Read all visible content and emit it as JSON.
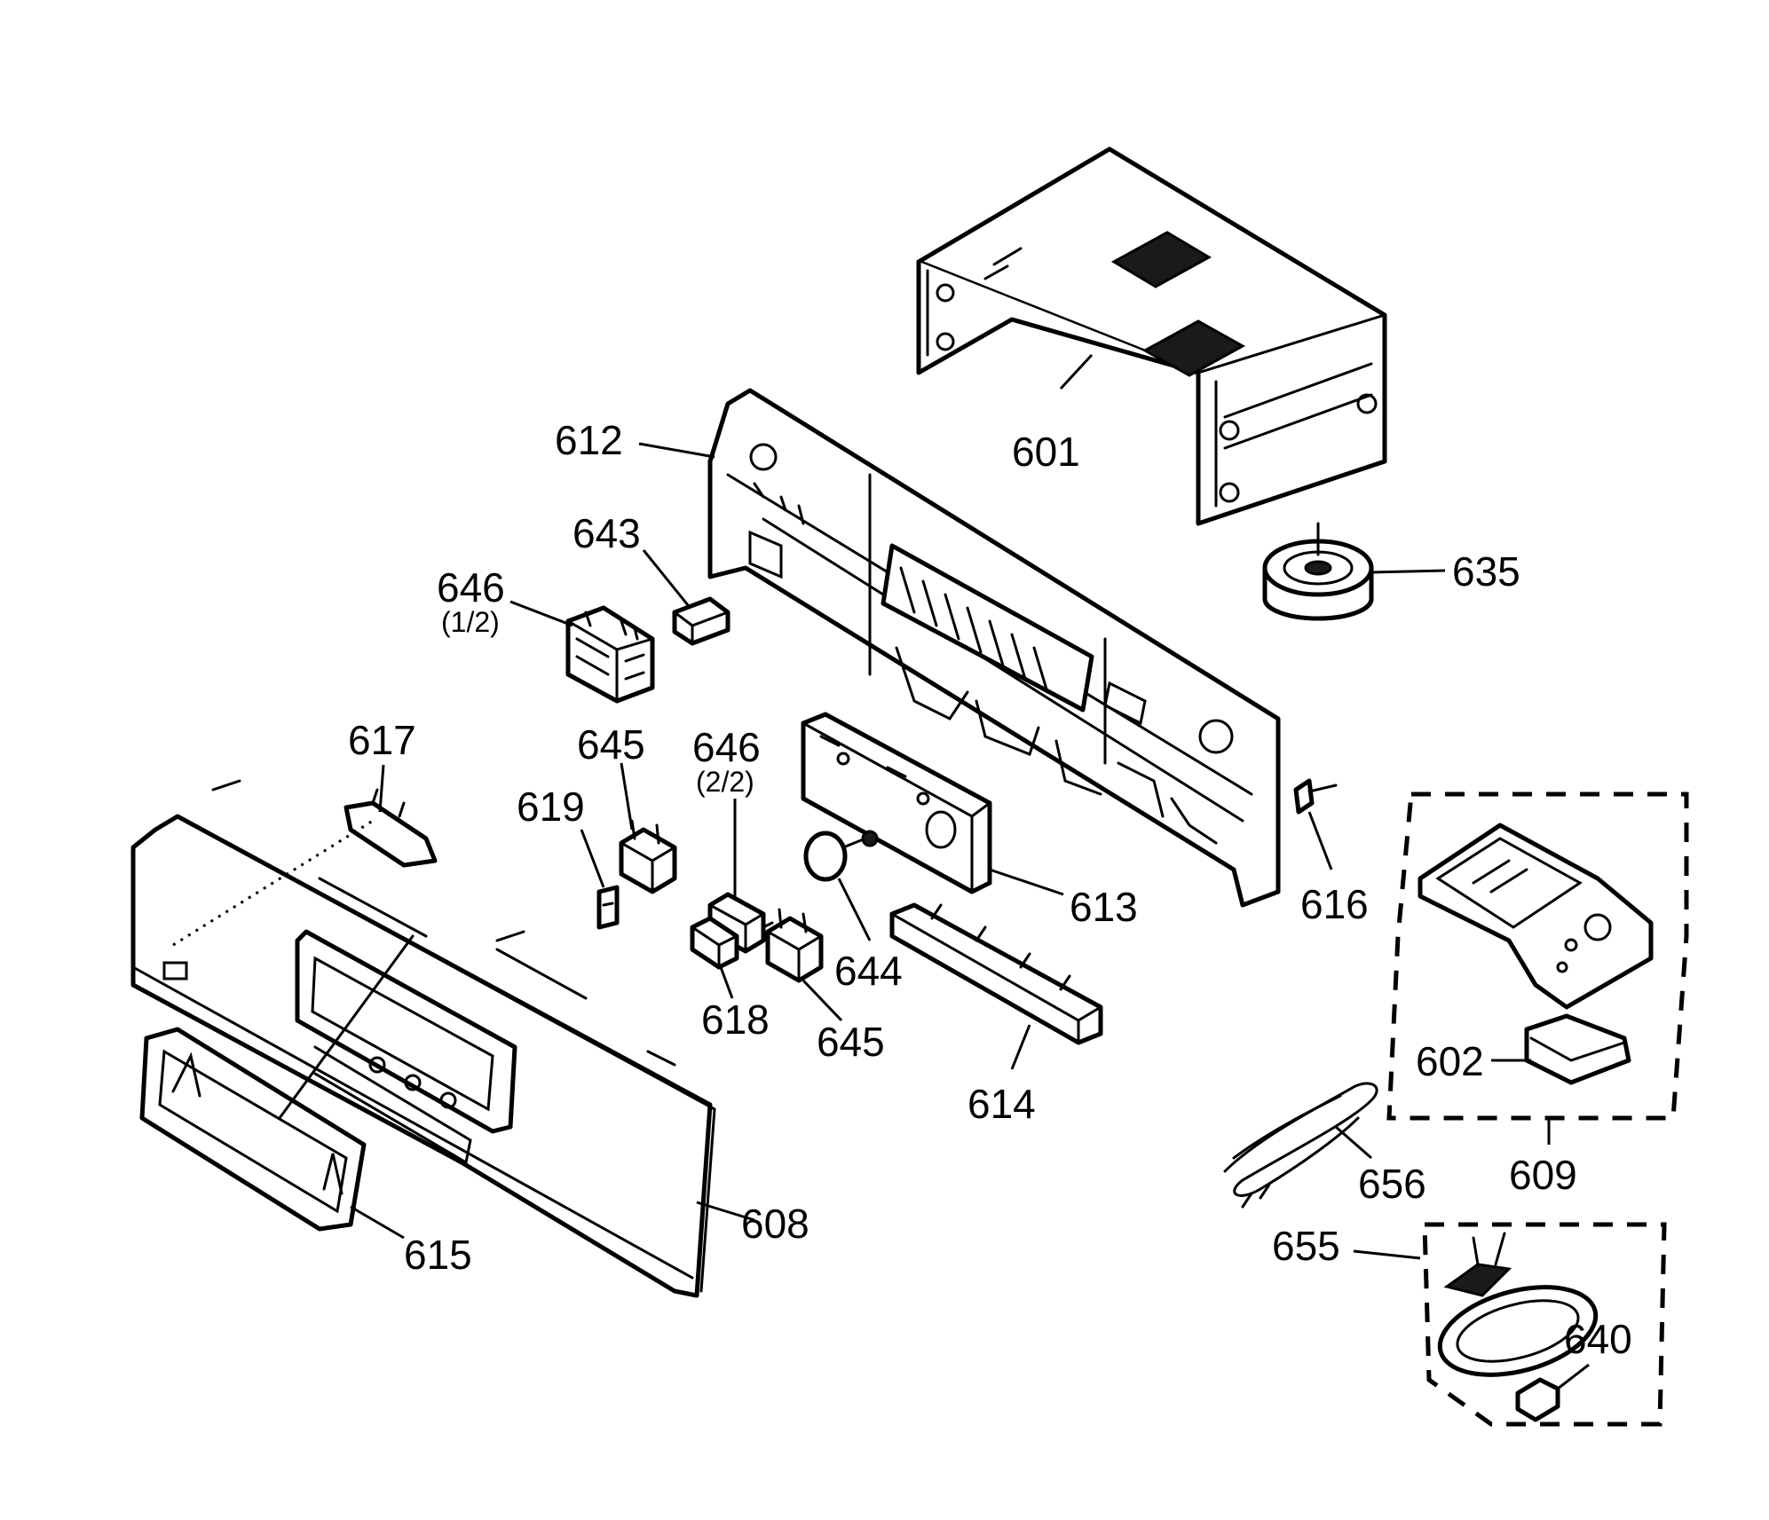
{
  "diagram": {
    "labels": {
      "p601": "601",
      "p612": "612",
      "p635": "635",
      "p643": "643",
      "p646a": "646",
      "p646a_sub": "(1/2)",
      "p617": "617",
      "p645a": "645",
      "p646b": "646",
      "p646b_sub": "(2/2)",
      "p619": "619",
      "p613": "613",
      "p616": "616",
      "p644": "644",
      "p618": "618",
      "p645b": "645",
      "p614": "614",
      "p602": "602",
      "p609": "609",
      "p656": "656",
      "p655": "655",
      "p640": "640",
      "p608": "608",
      "p615": "615"
    }
  }
}
